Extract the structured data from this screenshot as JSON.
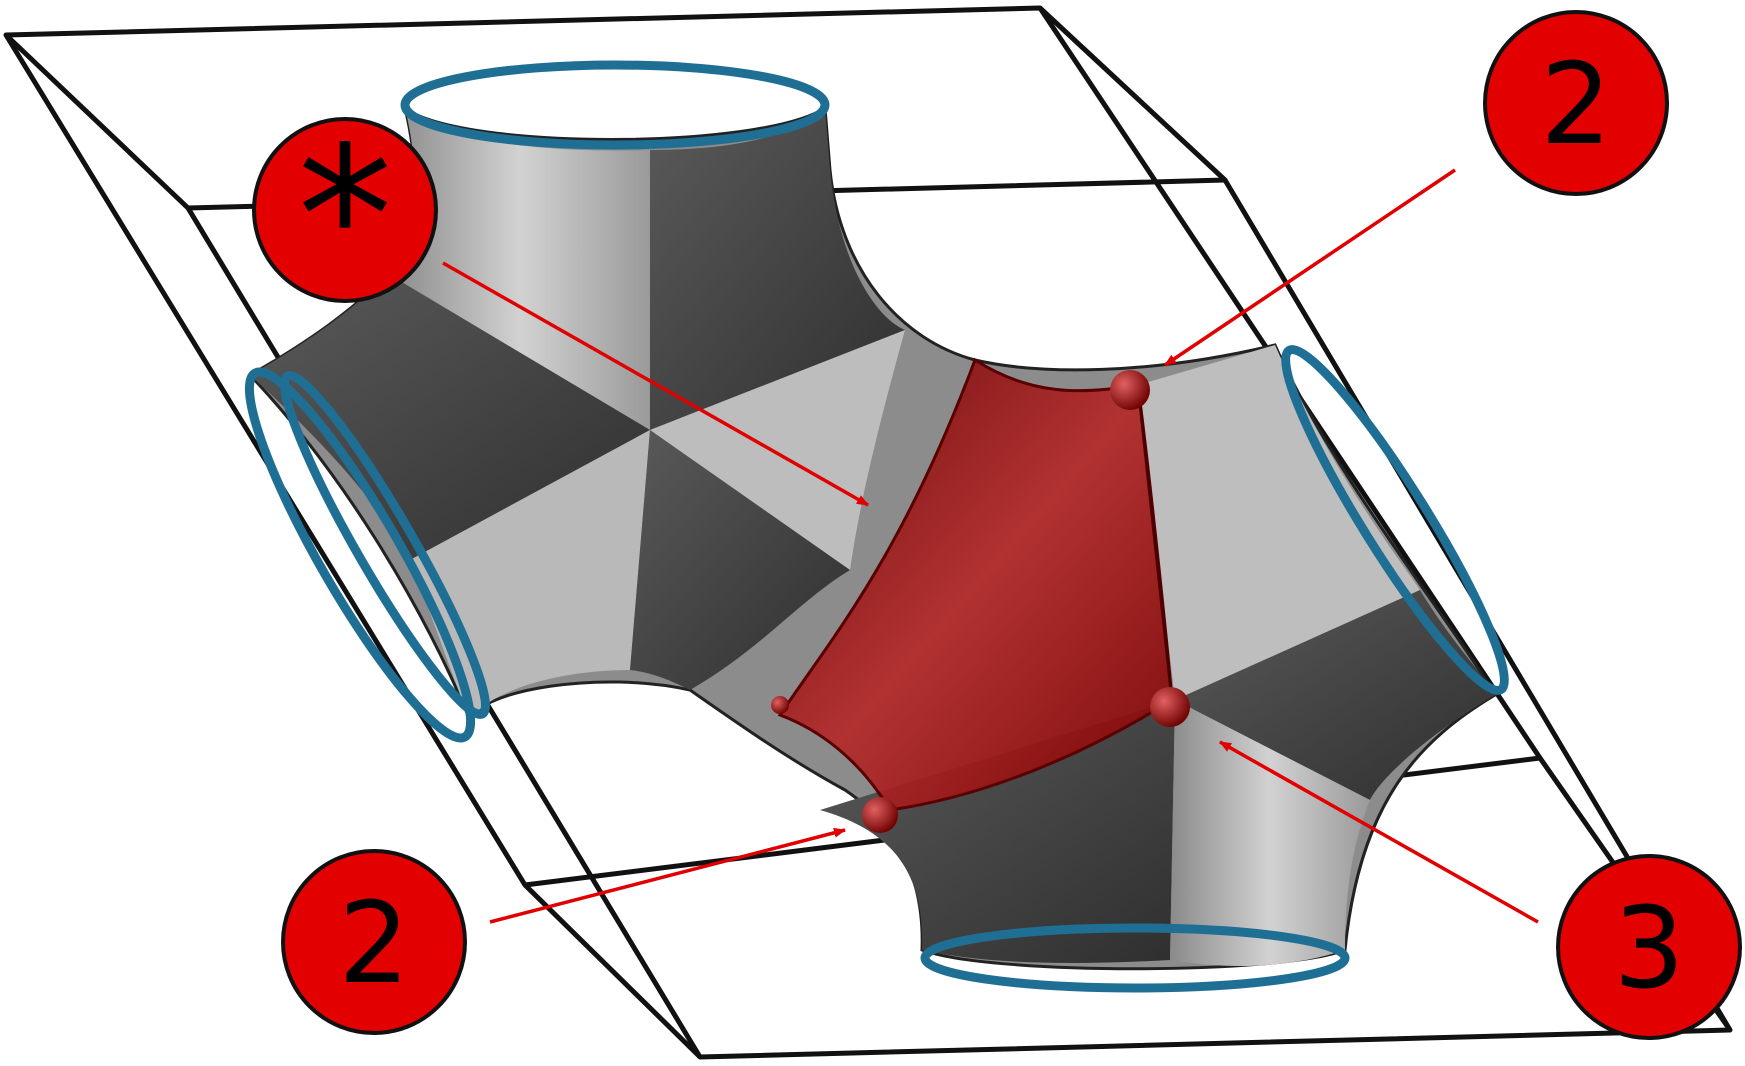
{
  "diagram": {
    "colors": {
      "frame": "#111111",
      "surface_light": "#c6c6c6",
      "surface_dark": "#4a4a4a",
      "highlight_patch": "#8f0b0b",
      "boundary_rings": "#1f6f95",
      "arrows": "#e00000",
      "badges": "#e30000"
    },
    "labels": {
      "star": "*",
      "two_top": "2",
      "two_bottom": "2",
      "three": "3"
    },
    "icons": [
      "asterisk-badge",
      "number-badge"
    ]
  }
}
